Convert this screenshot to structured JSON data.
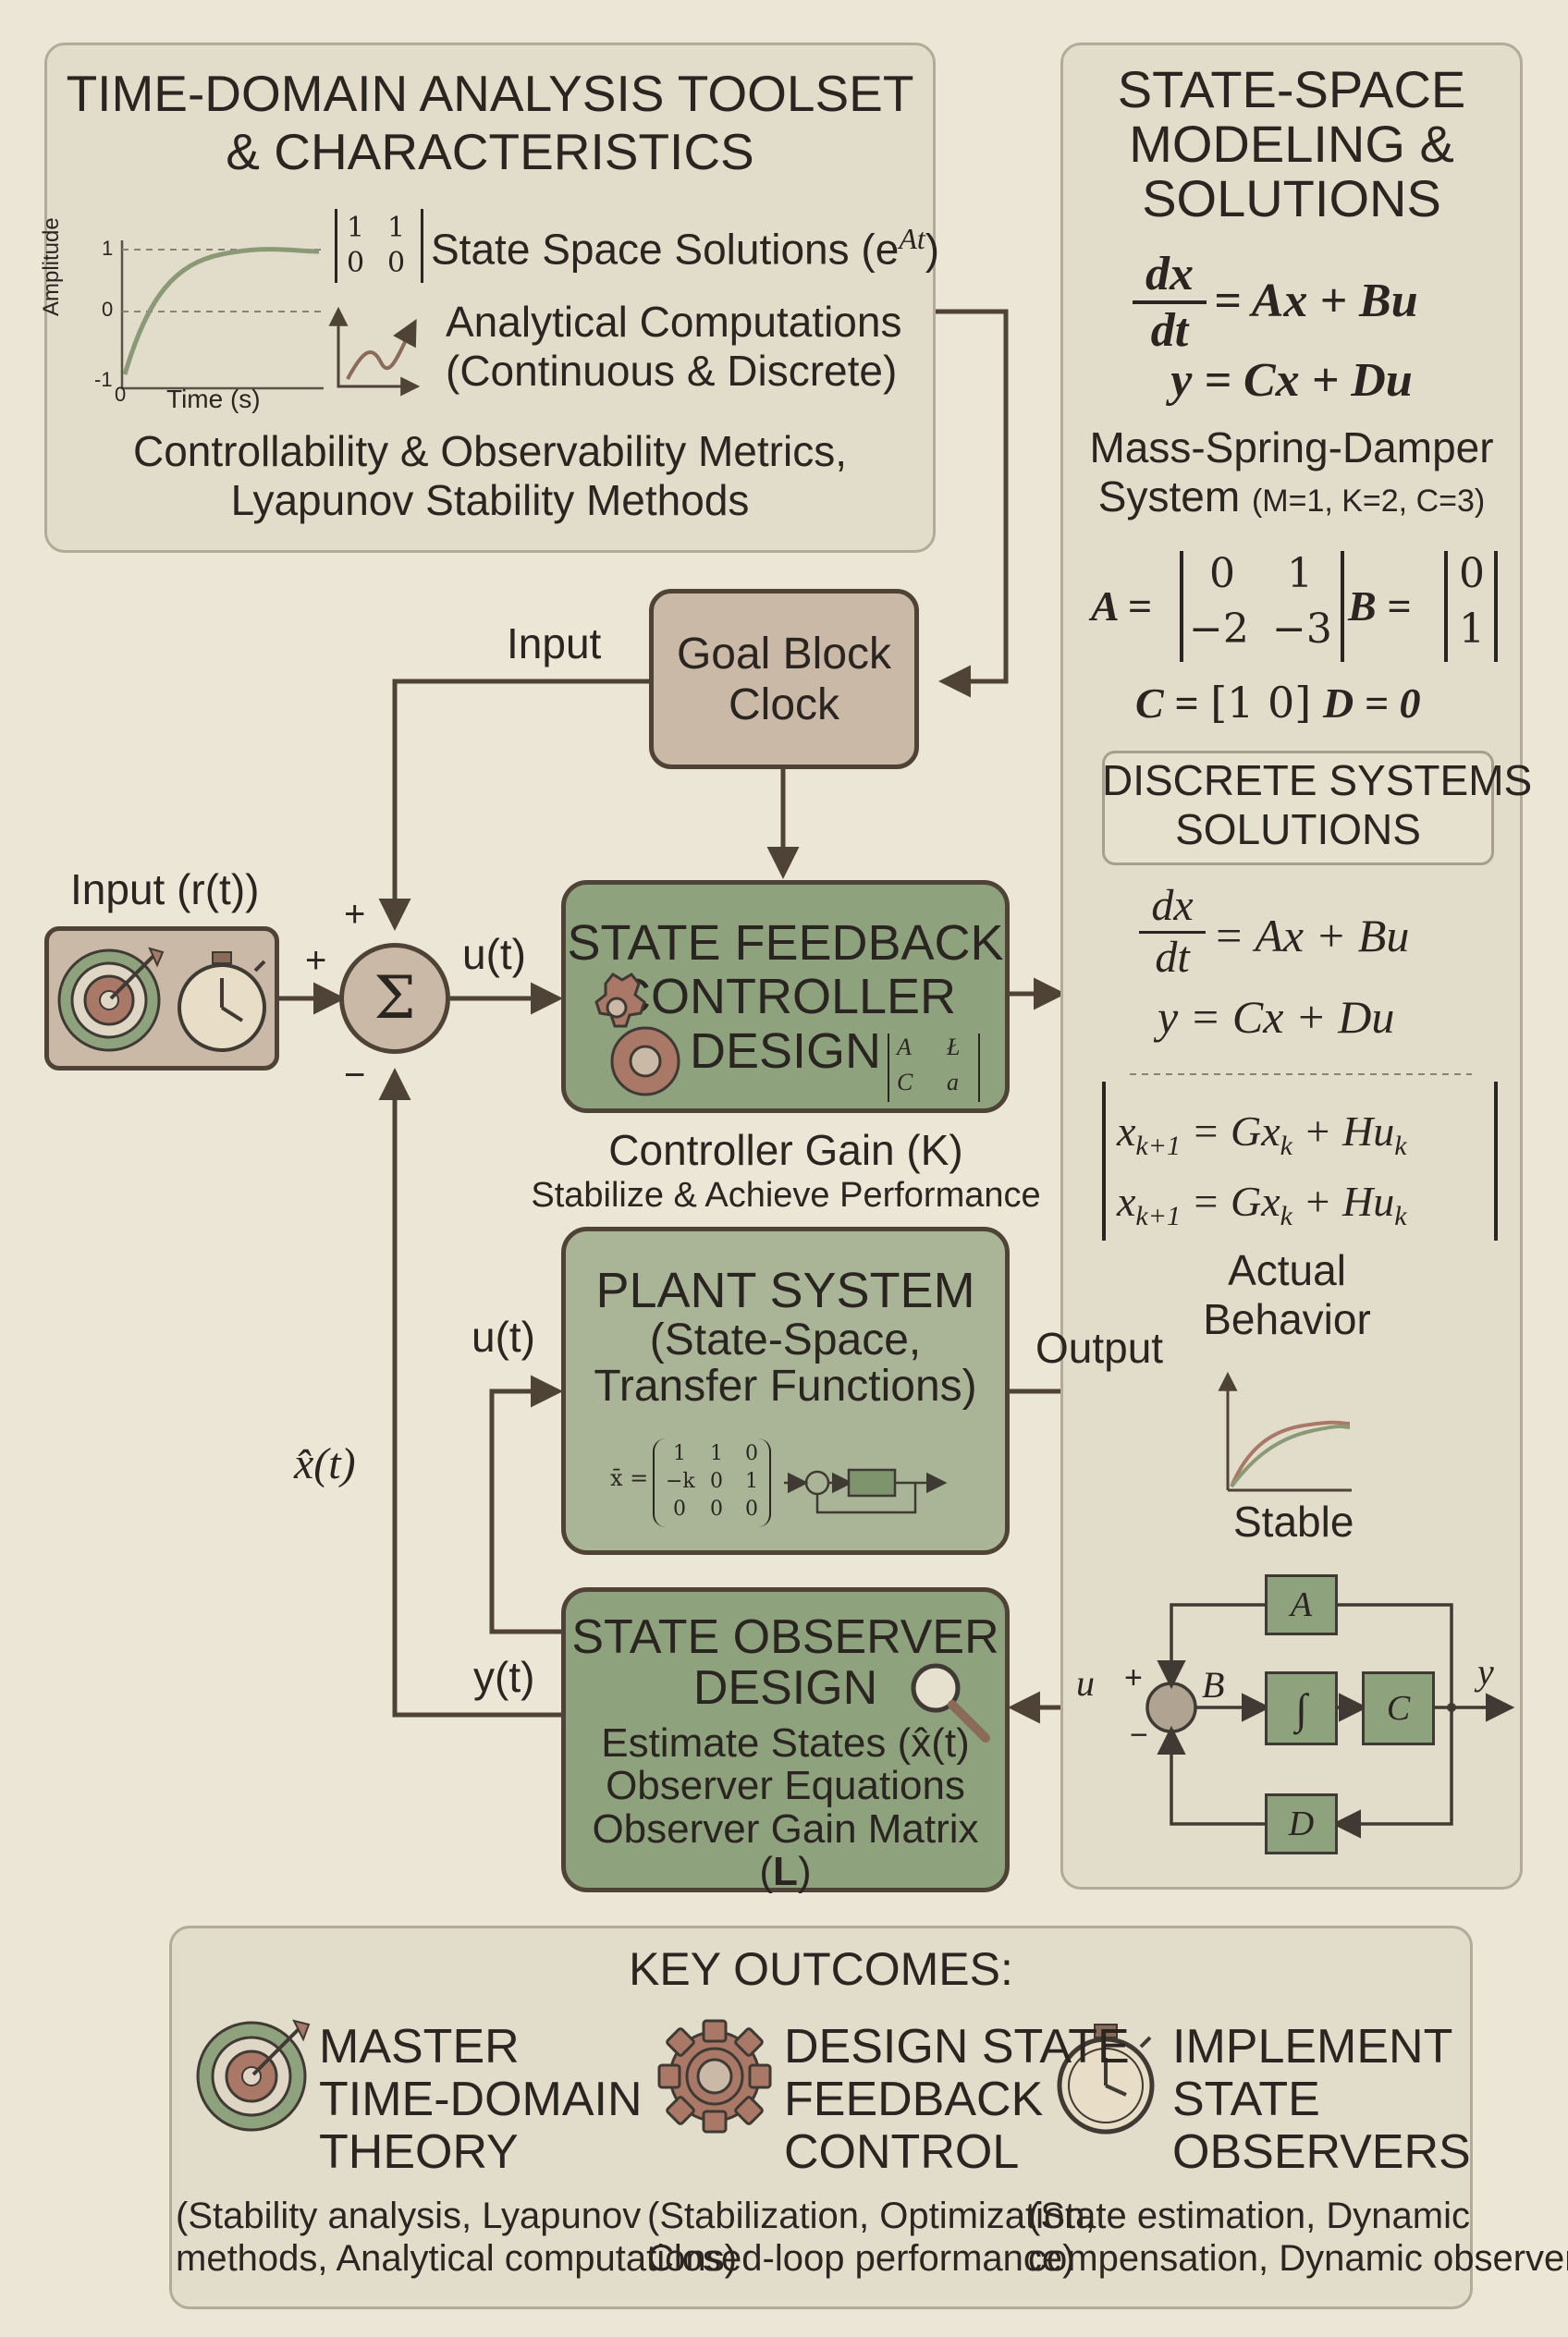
{
  "toolset": {
    "title_line1": "TIME-DOMAIN ANALYSIS TOOLSET",
    "title_line2": "& CHARACTERISTICS",
    "state_space_solutions": "State Space Solutions (e",
    "state_space_sup": "At",
    "state_space_close": ")",
    "analytical_line1": "Analytical Computations",
    "analytical_line2": "(Continuous & Discrete)",
    "metrics_line1": "Controllability & Observability Metrics,",
    "metrics_line2": "Lyapunov Stability Methods",
    "plot_ylabel": "Amplitude",
    "plot_xlabel": "Time (s)",
    "plot_ticks": [
      "1",
      "0",
      "-1",
      "0"
    ],
    "matrix": [
      "1",
      "1",
      "0",
      "0"
    ]
  },
  "modeling": {
    "title_line1": "STATE-SPACE",
    "title_line2": "MODELING &",
    "title_line3": "SOLUTIONS",
    "eq1_num": "dx",
    "eq1_den": "dt",
    "eq1_rhs": "= Ax + Bu",
    "eq2": "y = Cx + Du",
    "msd_line1": "Mass-Spring-Damper",
    "msd_line2": "System",
    "msd_params": "(M=1, K=2, C=3)",
    "A_label": "A =",
    "A_matrix": [
      "0",
      "1",
      "−2",
      "−3"
    ],
    "B_label": "B =",
    "B_matrix": [
      "0",
      "1"
    ],
    "C_label": "C =",
    "C_matrix": "[1  0]",
    "D_label": "D = 0",
    "discrete_line1": "DISCRETE SYSTEMS",
    "discrete_line2": "SOLUTIONS",
    "eq3_num": "dx",
    "eq3_den": "dt",
    "eq3_rhs": "= Ax + Bu",
    "eq4": "y = Cx + Du",
    "disc_eq1": "x",
    "disc_eq1_sub": "k+1",
    "disc_eq1_rhs": "= Gx",
    "disc_eq1_sub2": "k",
    "disc_eq1_tail": "+ Hu",
    "disc_eq1_sub3": "k",
    "actual_line1": "Actual",
    "actual_line2": "Behavior",
    "stable": "Stable"
  },
  "loop": {
    "input_label": "Input",
    "input_rt": "Input (r(t))",
    "plus_top": "+",
    "plus_left": "+",
    "minus": "−",
    "sigma": "Σ",
    "ut_top": "u(t)",
    "ut_mid": "u(t)",
    "xhat": "x̂(t)",
    "yt": "y(t)",
    "output": "Output"
  },
  "goal_block": {
    "line1": "Goal Block",
    "line2": "Clock"
  },
  "controller": {
    "line1": "STATE FEEDBACK",
    "line2": "CONTROLLER",
    "line3": "DESIGN",
    "matrix": [
      "A",
      "Ł",
      "C",
      "a"
    ],
    "gain": "Controller Gain (K)",
    "gain_sub": "Stabilize & Achieve Performance"
  },
  "plant": {
    "line1": "PLANT SYSTEM",
    "line2": "(State-Space,",
    "line3": "Transfer Functions)",
    "xbar": "x̄ =",
    "matrix": [
      "1",
      "1",
      "0",
      "−k",
      "0",
      "1",
      "0",
      "0",
      "0"
    ]
  },
  "observer": {
    "line1": "STATE OBSERVER",
    "line2": "DESIGN",
    "line3": "Estimate States (x̂(t)",
    "line4": "Observer Equations",
    "line5_pre": "Observer Gain Matrix (",
    "line5_bold": "L",
    "line5_post": ")"
  },
  "block_diagram": {
    "u": "u",
    "plus": "+",
    "minus": "−",
    "B": "B",
    "A": "A",
    "integral": "∫",
    "C": "C",
    "D": "D",
    "y": "y"
  },
  "outcomes": {
    "title": "KEY OUTCOMES:",
    "items": [
      {
        "line1": "MASTER",
        "line2": "TIME-DOMAIN",
        "line3": "THEORY",
        "sub1": "(Stability analysis, Lyapunov",
        "sub2": "methods, Analytical computations)"
      },
      {
        "line1": "DESIGN STATE",
        "line2": "FEEDBACK",
        "line3": "CONTROL",
        "sub1": "(Stabilization, Optimization,",
        "sub2": "Closed-loop performance)"
      },
      {
        "line1": "IMPLEMENT",
        "line2": "STATE",
        "line3": "OBSERVERS",
        "sub1": "(State estimation, Dynamic",
        "sub2": "compensation, Dynamic observers)"
      }
    ]
  },
  "colors": {
    "background": "#ebe6d6",
    "panel": "#e2dccb",
    "block_green": "#8fa27e",
    "goal_block": "#c9b9a6",
    "line": "#4f4338",
    "accent_brown": "#8a6a58"
  }
}
